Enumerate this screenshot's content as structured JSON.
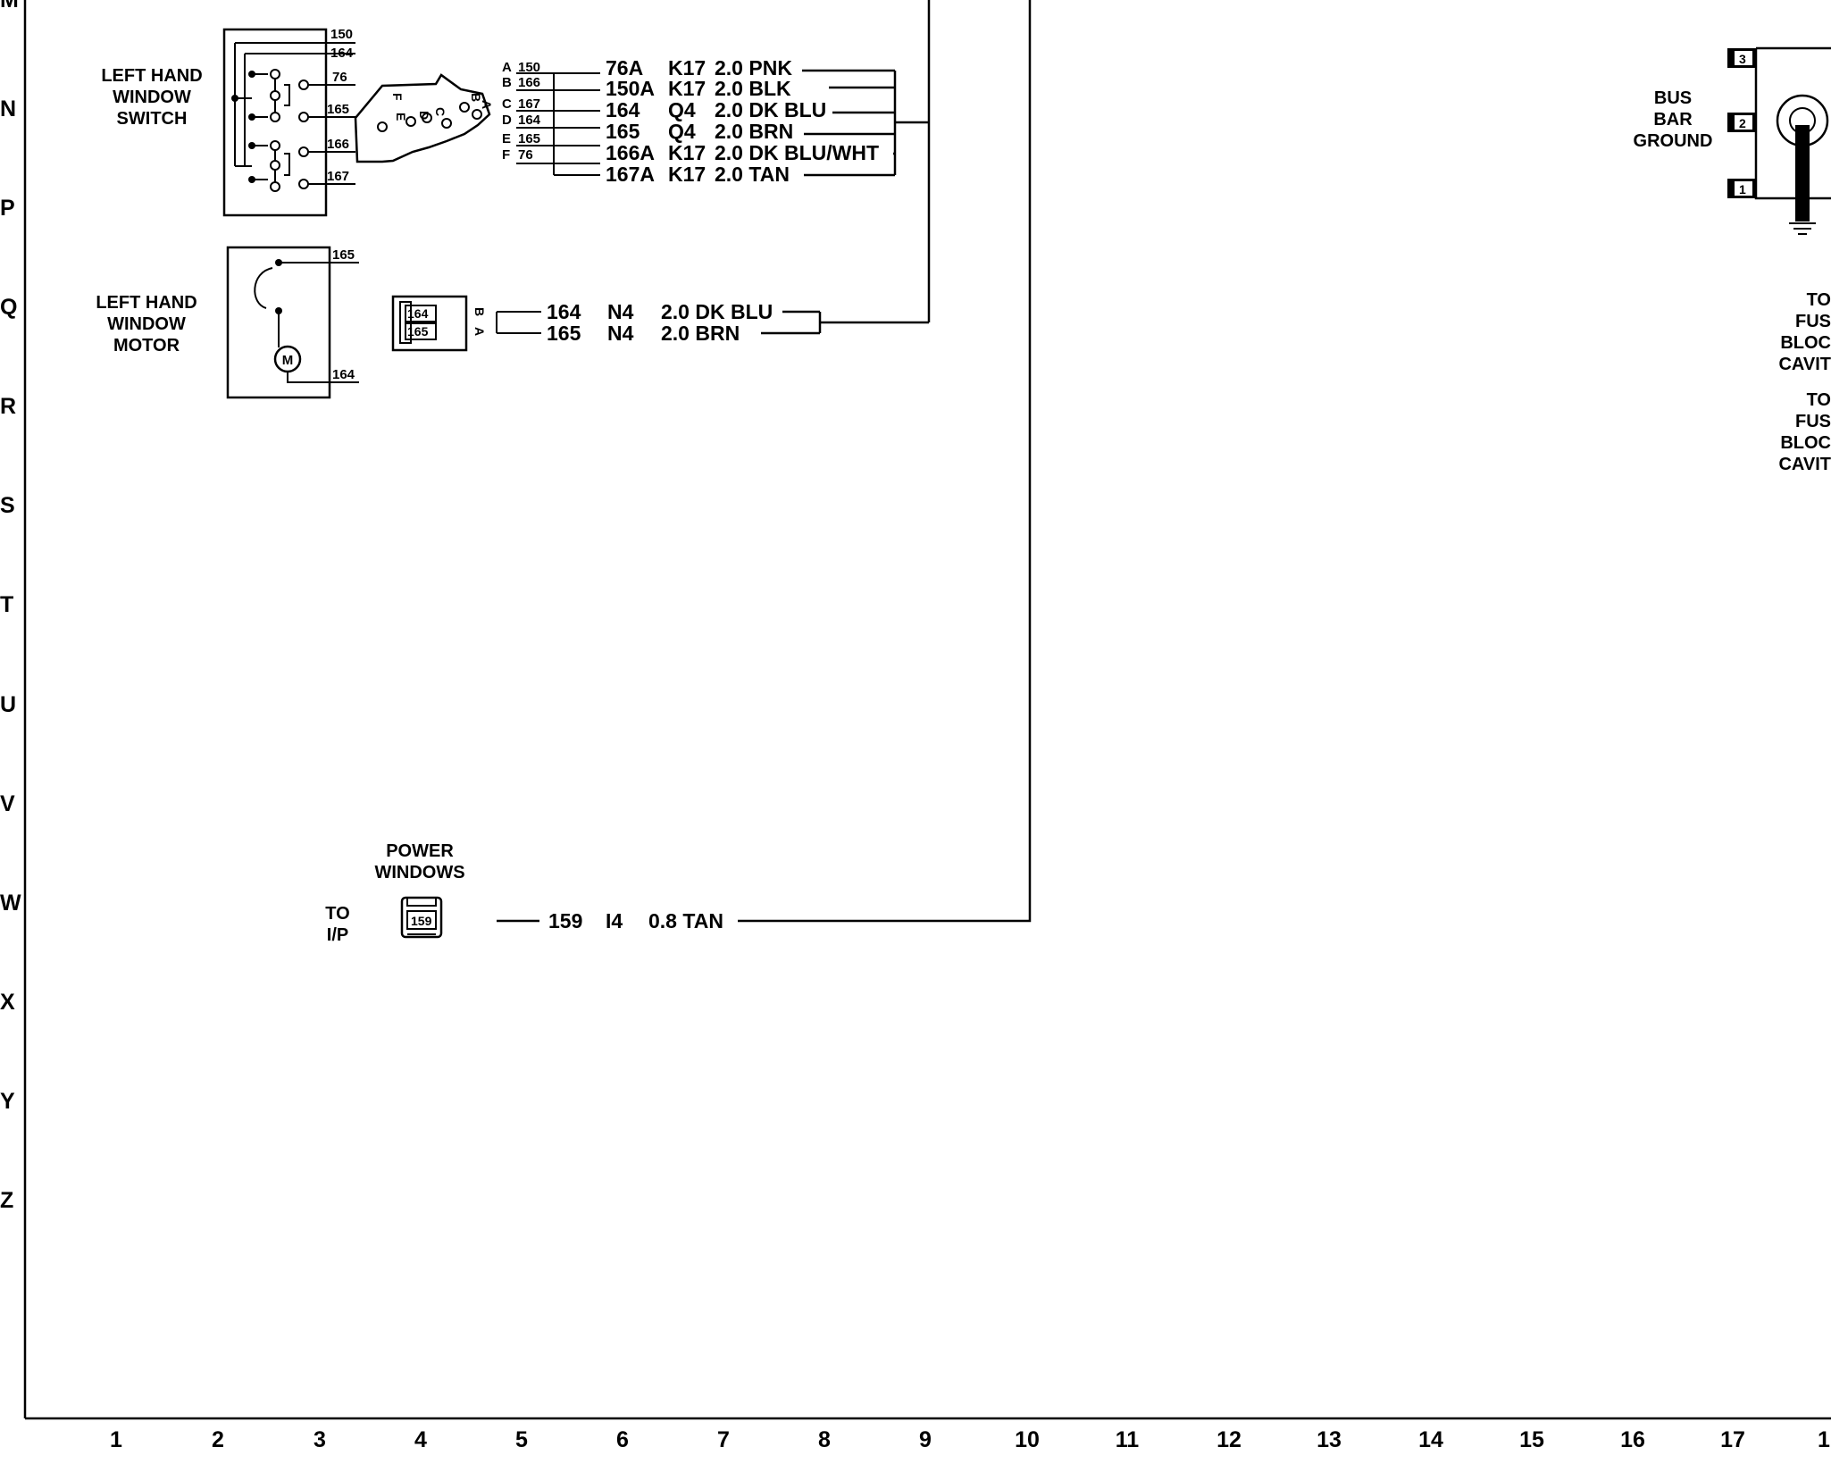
{
  "row_labels": [
    "M",
    "N",
    "P",
    "Q",
    "R",
    "S",
    "T",
    "U",
    "V",
    "W",
    "X",
    "Y",
    "Z"
  ],
  "column_labels": [
    "1",
    "2",
    "3",
    "4",
    "5",
    "6",
    "7",
    "8",
    "9",
    "10",
    "11",
    "12",
    "13",
    "14",
    "15",
    "16",
    "17",
    "1"
  ],
  "left_switch": {
    "title": [
      "LEFT HAND",
      "WINDOW",
      "SWITCH"
    ],
    "terminals": [
      "150",
      "164",
      "76",
      "165",
      "166",
      "167"
    ]
  },
  "switch_connector": {
    "pins": [
      "A",
      "B",
      "C",
      "D",
      "E",
      "F"
    ],
    "pin_circuits": [
      "150",
      "166",
      "167",
      "164",
      "165",
      "76"
    ],
    "face_letters": [
      "F",
      "E",
      "D",
      "C",
      "B",
      "A"
    ],
    "wires": [
      {
        "circuit": "76A",
        "location": "K17",
        "spec": "2.0 PNK"
      },
      {
        "circuit": "150A",
        "location": "K17",
        "spec": "2.0 BLK"
      },
      {
        "circuit": "164",
        "location": "Q4",
        "spec": "2.0 DK BLU"
      },
      {
        "circuit": "165",
        "location": "Q4",
        "spec": "2.0 BRN"
      },
      {
        "circuit": "166A",
        "location": "K17",
        "spec": "2.0 DK BLU/WHT"
      },
      {
        "circuit": "167A",
        "location": "K17",
        "spec": "2.0 TAN"
      }
    ]
  },
  "left_motor": {
    "title": [
      "LEFT HAND",
      "WINDOW",
      "MOTOR"
    ],
    "terminals": [
      "165",
      "164"
    ],
    "motor_symbol": "M"
  },
  "motor_connector": {
    "cavities": [
      "164",
      "165"
    ],
    "pins": [
      "B",
      "A"
    ],
    "wires": [
      {
        "circuit": "164",
        "location": "N4",
        "spec": "2.0 DK BLU"
      },
      {
        "circuit": "165",
        "location": "N4",
        "spec": "2.0 BRN"
      }
    ]
  },
  "power_windows": {
    "title": [
      "POWER",
      "WINDOWS"
    ],
    "to_label": [
      "TO",
      "I/P"
    ],
    "cavity": "159",
    "wire": {
      "circuit": "159",
      "location": "I4",
      "spec": "0.8 TAN"
    }
  },
  "bus_bar": {
    "title": [
      "BUS",
      "BAR",
      "GROUND"
    ],
    "pins": [
      "3",
      "2",
      "1"
    ]
  },
  "fuse_block_refs": [
    [
      "TO",
      "FUS",
      "BLOC",
      "CAVIT"
    ],
    [
      "TO",
      "FUS",
      "BLOC",
      "CAVIT"
    ]
  ]
}
